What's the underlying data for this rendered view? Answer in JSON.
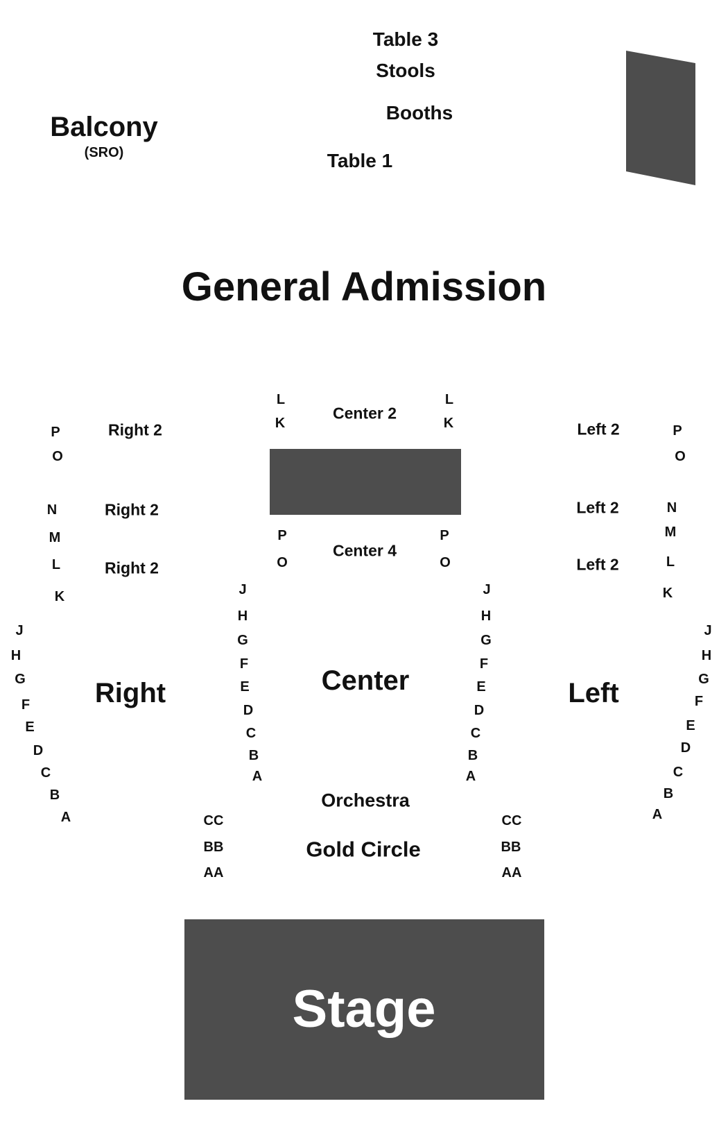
{
  "colors": {
    "block": "#4d4d4d",
    "text": "#111111",
    "stage_text": "#ffffff"
  },
  "top": {
    "table3": "Table 3",
    "stools": "Stools",
    "booths": "Booths",
    "table1": "Table 1",
    "balcony": "Balcony",
    "balcony_note": "(SRO)"
  },
  "general_admission": "General Admission",
  "sections": {
    "right2_a": "Right 2",
    "right2_b": "Right 2",
    "right2_c": "Right 2",
    "left2_a": "Left 2",
    "left2_b": "Left 2",
    "left2_c": "Left 2",
    "center2": "Center 2",
    "center4": "Center 4",
    "right": "Right",
    "center": "Center",
    "left": "Left",
    "orchestra": "Orchestra",
    "gold_circle": "Gold Circle",
    "stage": "Stage"
  },
  "rows": {
    "center2_left": [
      "L",
      "K"
    ],
    "center2_right": [
      "L",
      "K"
    ],
    "center4_left": [
      "P",
      "O"
    ],
    "center4_right": [
      "P",
      "O"
    ],
    "right_upper": [
      "P",
      "O",
      "N",
      "M",
      "L",
      "K"
    ],
    "left_upper": [
      "P",
      "O",
      "N",
      "M",
      "L",
      "K"
    ],
    "right_outer": [
      "J",
      "H",
      "G",
      "F",
      "E",
      "D",
      "C",
      "B",
      "A"
    ],
    "left_outer": [
      "J",
      "H",
      "G",
      "F",
      "E",
      "D",
      "C",
      "B",
      "A"
    ],
    "center_left": [
      "J",
      "H",
      "G",
      "F",
      "E",
      "D",
      "C",
      "B",
      "A"
    ],
    "center_right": [
      "J",
      "H",
      "G",
      "F",
      "E",
      "D",
      "C",
      "B",
      "A"
    ],
    "gold_left": [
      "CC",
      "BB",
      "AA"
    ],
    "gold_right": [
      "CC",
      "BB",
      "AA"
    ]
  }
}
